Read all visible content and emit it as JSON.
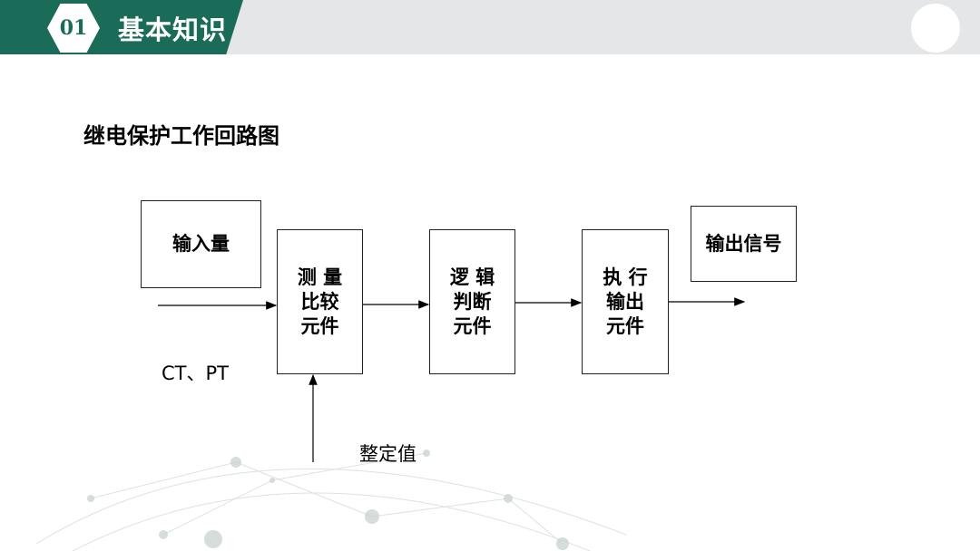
{
  "header": {
    "section_number": "01",
    "section_title": "基本知识"
  },
  "page_title": "继电保护工作回路图",
  "diagram": {
    "input_box": "输入量",
    "measure_box": "测 量\n比较\n元件",
    "logic_box": "逻 辑\n判断\n元件",
    "exec_box": "执 行\n输出\n元件",
    "output_box": "输出信号",
    "ct_pt_label": "CT、PT",
    "setting_label": "整定值"
  },
  "colors": {
    "accent": "#1a6b58",
    "header_bg": "#e4e6e7"
  }
}
